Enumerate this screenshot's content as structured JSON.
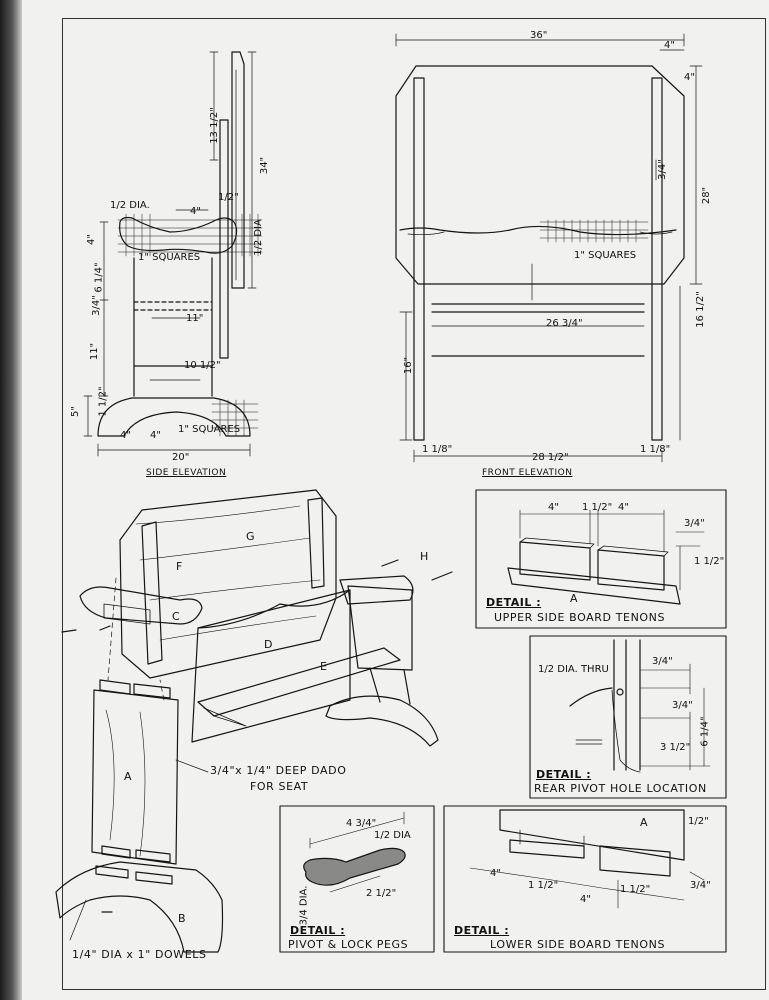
{
  "views": {
    "side_elevation": {
      "caption": "SIDE ELEVATION",
      "dims": {
        "overall_width": "20\"",
        "back_height": "34\"",
        "back_upper": "13 1/2\"",
        "arm_dia": "1/2 DIA.",
        "arm_width": "4\"",
        "seat_gap": "11\"",
        "leg_span": "10 1/2\"",
        "arm_hole": "1/2 DIA",
        "grid_note": "1\" SQUARES",
        "foot_grid_note": "1\" SQUARES",
        "v1": "4\"",
        "v2": "6 1/4\"",
        "v3": "3/4\"",
        "v4": "11\"",
        "v5": "1 1/2\"",
        "v6": "5\"",
        "foot_4": "4\"",
        "foot_4b": "4\"",
        "half": "1/2\""
      }
    },
    "front_elevation": {
      "caption": "FRONT ELEVATION",
      "dims": {
        "overall_width": "36\"",
        "corner": "4\"",
        "corner_b": "4\"",
        "back_height": "28\"",
        "seat_width": "26 3/4\"",
        "base_width": "28 1/2\"",
        "leg_height": "16\"",
        "side_height": "16 1/2\"",
        "leg_left": "1 1/8\"",
        "leg_right": "1 1/8\"",
        "grid_note": "1\" SQUARES",
        "center_mark": "3/4\""
      }
    }
  },
  "parts": {
    "A": "A",
    "B": "B",
    "C": "C",
    "D": "D",
    "E": "E",
    "F": "F",
    "G": "G",
    "H": "H"
  },
  "callouts": {
    "dado": "3/4\"x 1/4\" DEEP DADO",
    "dado2": "FOR SEAT",
    "dowels": "1/4\" DIA x 1\" DOWELS"
  },
  "details": {
    "upper": {
      "title": "DETAIL :",
      "name": "UPPER SIDE BOARD TENONS",
      "part": "A",
      "d1": "4\"",
      "d2": "1 1/2\"",
      "d3": "4\"",
      "d4": "3/4\"",
      "d5": "1 1/2\""
    },
    "pivot_hole": {
      "title": "DETAIL :",
      "name": "REAR PIVOT HOLE LOCATION",
      "hole": "1/2 DIA. THRU",
      "d1": "3/4\"",
      "d2": "3/4\"",
      "d3": "3 1/2\"",
      "d4": "6 1/4\""
    },
    "pegs": {
      "title": "DETAIL :",
      "name": "PIVOT & LOCK PEGS",
      "d1": "4 3/4\"",
      "d2": "1/2 DIA",
      "d3": "3/4 DIA.",
      "d4": "2 1/2\""
    },
    "lower": {
      "title": "DETAIL :",
      "name": "LOWER SIDE BOARD TENONS",
      "part": "A",
      "d1": "4\"",
      "d2": "1 1/2\"",
      "d3": "4\"",
      "d4": "1 1/2\"",
      "d5": "1/2\"",
      "d6": "3/4\""
    }
  }
}
